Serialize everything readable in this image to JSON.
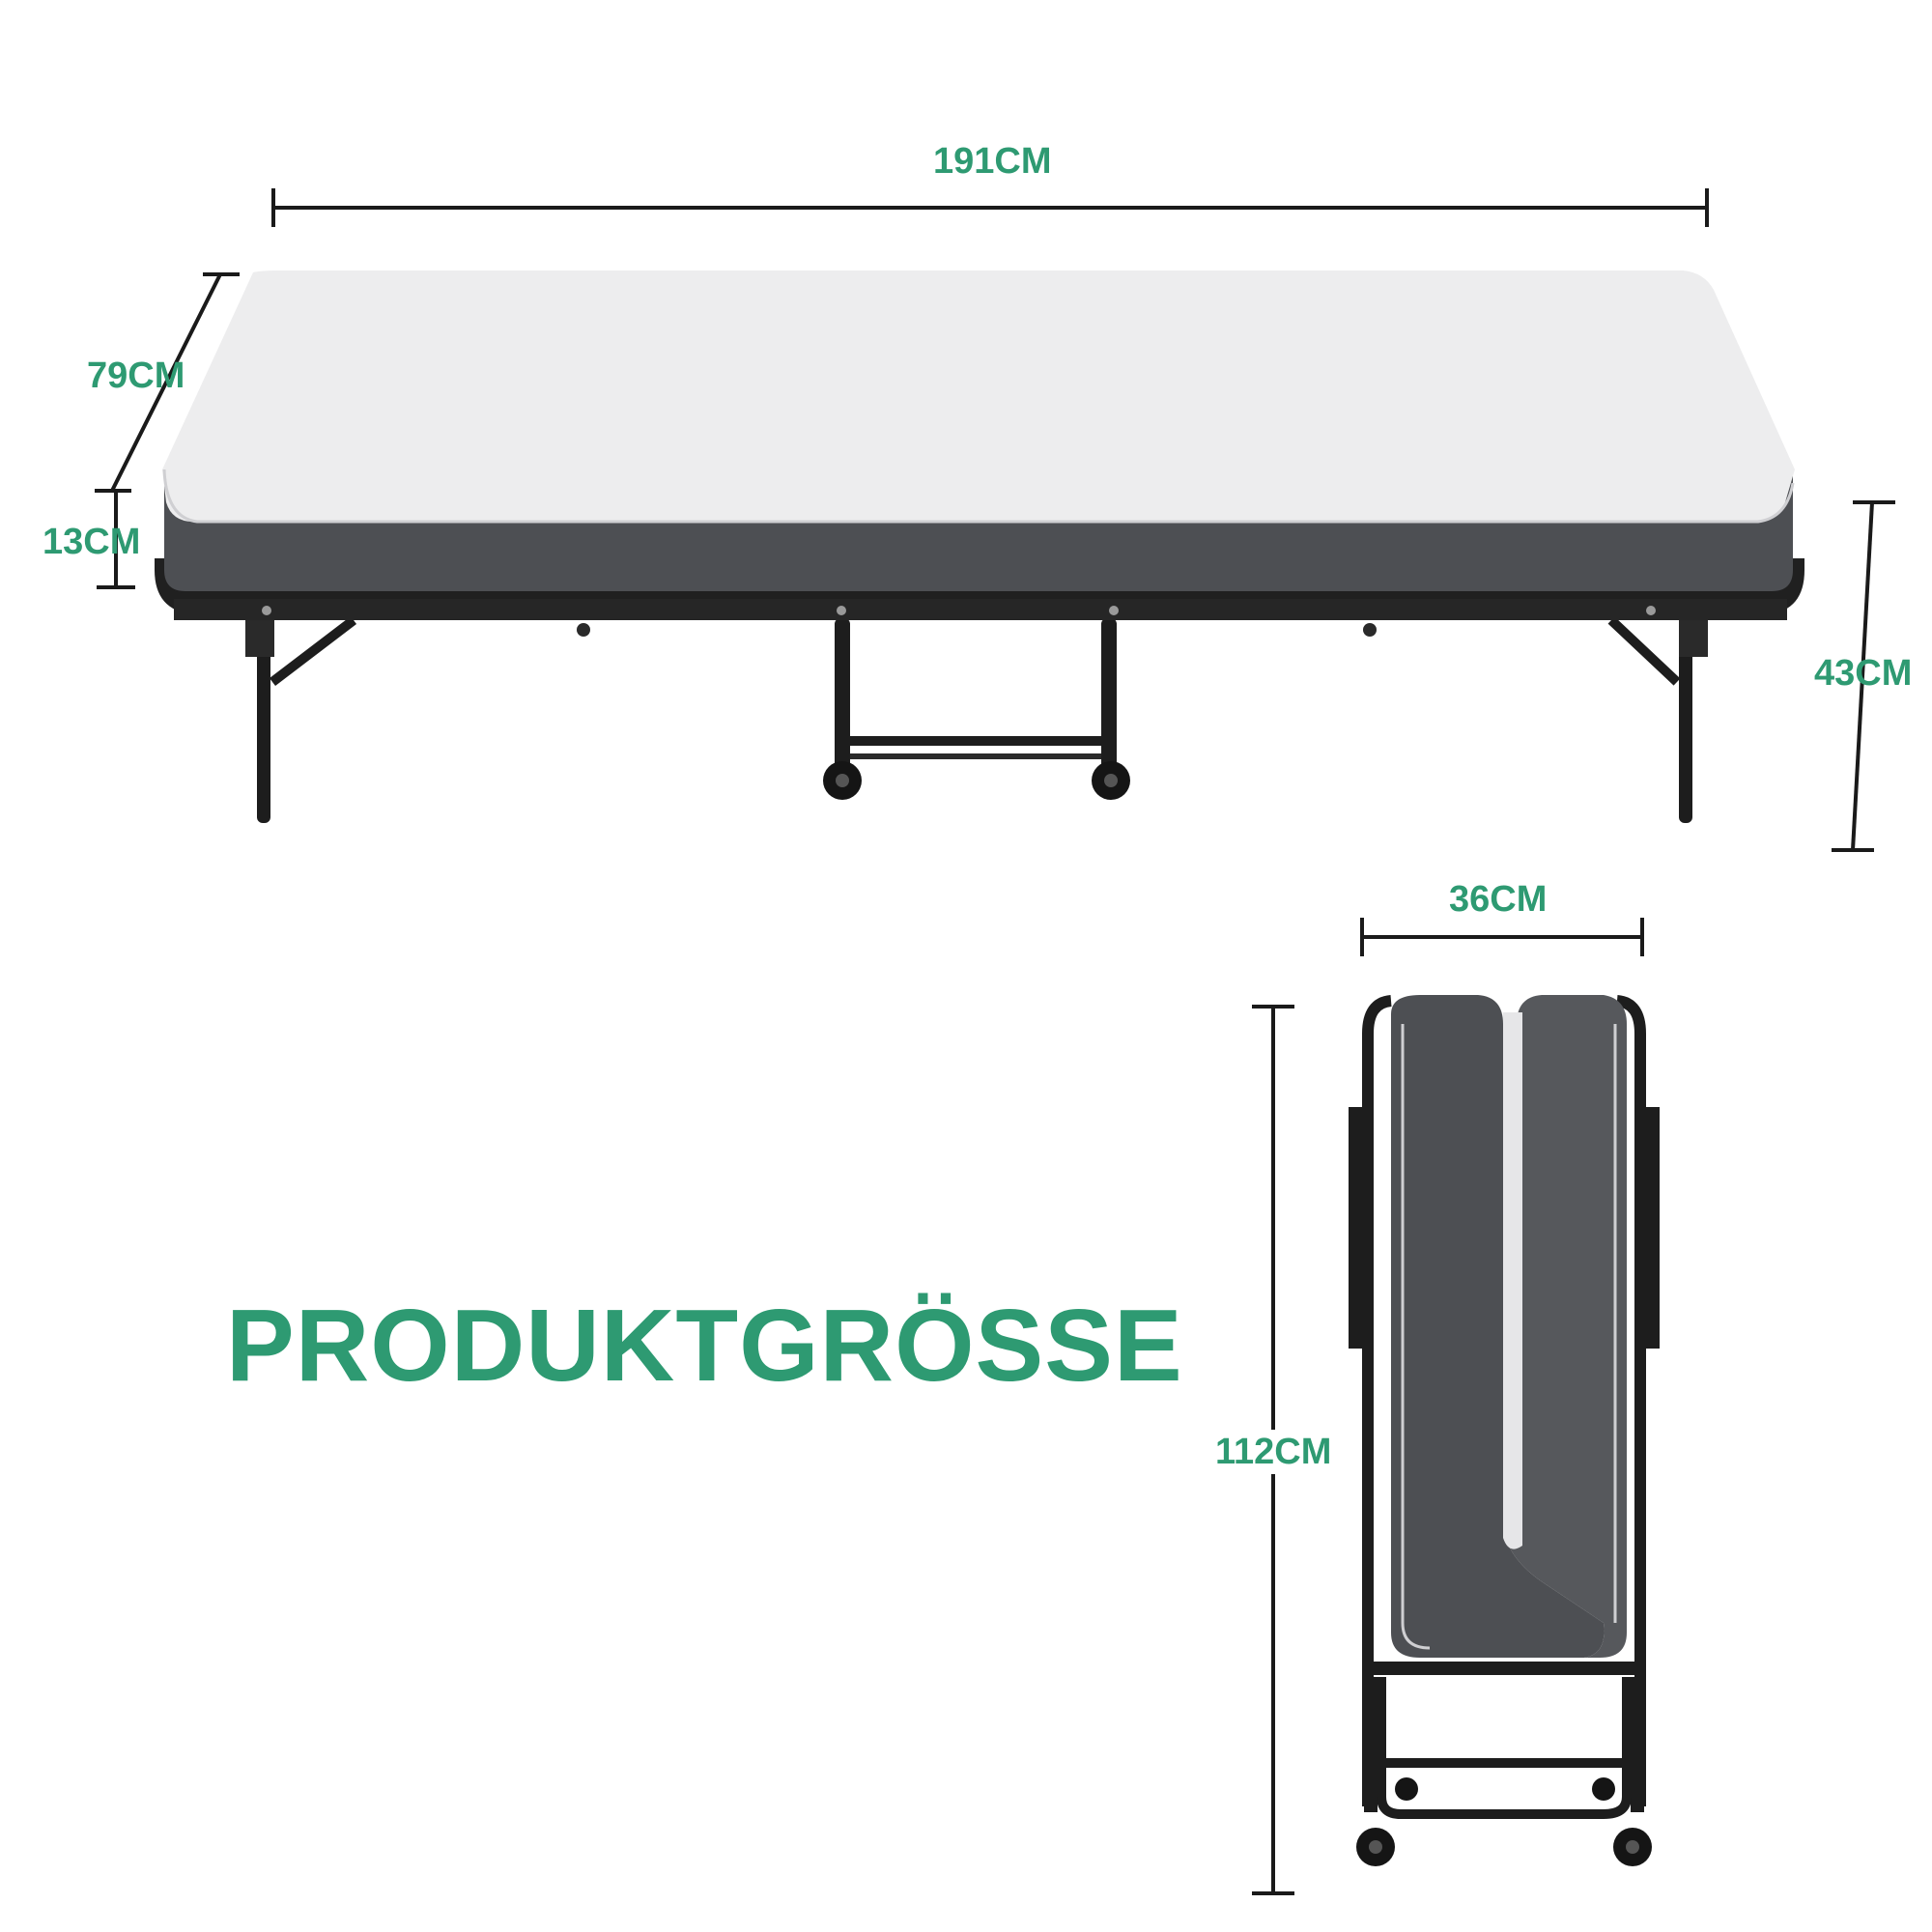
{
  "colors": {
    "accent": "#2e9a72",
    "frame": "#202020",
    "mattress_side": "#4d4f53",
    "mattress_top": "#ededee",
    "dim_line": "#1a1a1a"
  },
  "headline": "PRODUKTGRÖSSE",
  "dimensions": {
    "length": "191CM",
    "width": "79CM",
    "thickness": "13CM",
    "height": "43CM",
    "folded_width": "36CM",
    "folded_height": "112CM"
  }
}
